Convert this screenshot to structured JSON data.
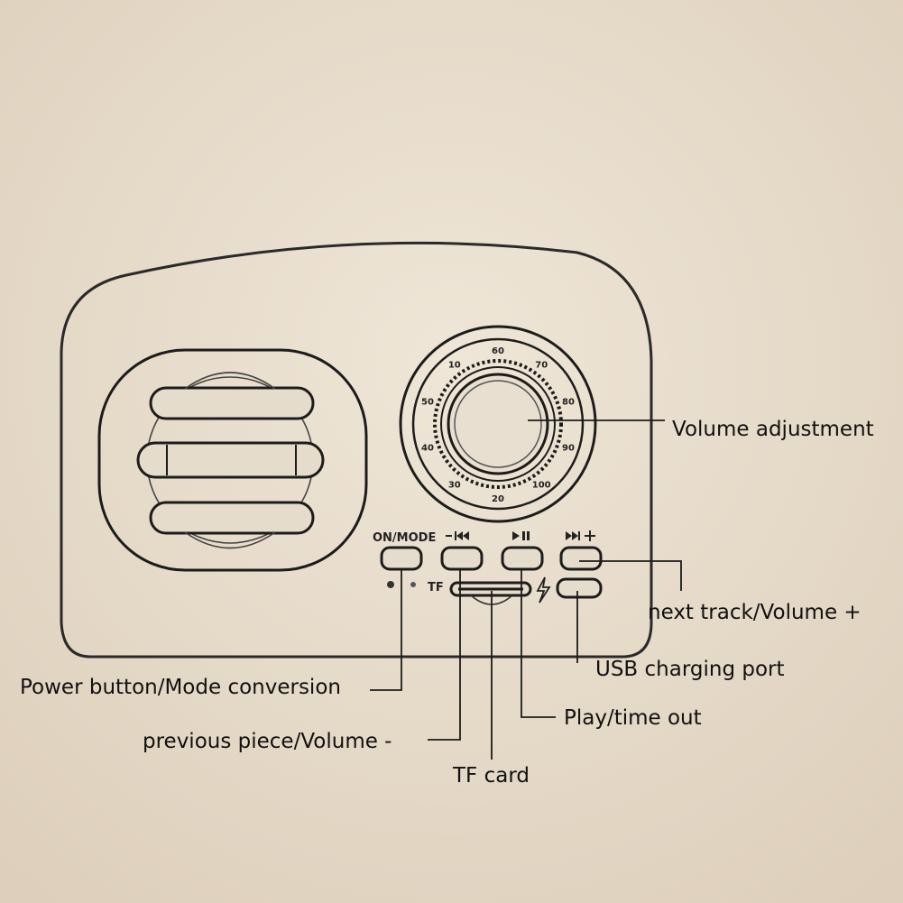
{
  "device": {
    "button_labels": {
      "on_mode": "ON/MODE",
      "tf": "TF"
    }
  },
  "dial_numbers": [
    "60",
    "70",
    "80",
    "90",
    "100",
    "20",
    "30",
    "40",
    "50",
    "10"
  ],
  "callouts": {
    "volume_adjustment": "Volume adjustment",
    "next_track": "next track/Volume +",
    "usb_charging": "USB charging port",
    "power_mode": "Power button/Mode conversion",
    "play_pause": "Play/time out",
    "previous": "previous piece/Volume -",
    "tf_card": "TF card"
  }
}
